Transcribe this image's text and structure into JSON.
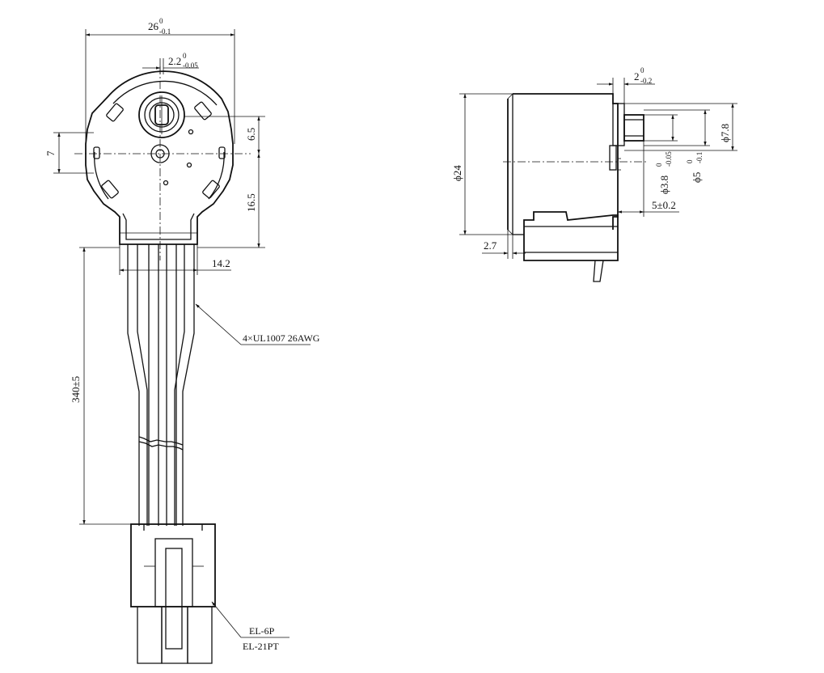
{
  "front_view": {
    "dims": {
      "width_main": "26",
      "width_sup": "0",
      "width_sub": "-0.1",
      "shaft_offset_main": "2.2",
      "shaft_offset_sup": "0",
      "shaft_offset_sub": "-0.05",
      "h_6_5": "6.5",
      "h_7": "7",
      "h_16_5": "16.5",
      "w_14_2": "14.2",
      "len_340": "340±5"
    },
    "callouts": {
      "wire": "4×UL1007 26AWG",
      "conn_1": "EL-6P",
      "conn_2": "EL-21PT"
    }
  },
  "side_view": {
    "dims": {
      "dia_24": "ϕ24",
      "top_2_main": "2",
      "top_2_sup": "0",
      "top_2_sub": "-0.2",
      "dia_7_8": "ϕ7.8",
      "dia_3_8_main": "ϕ3.8",
      "dia_3_8_sup": "0",
      "dia_3_8_sub": "-0.05",
      "dia_5_main": "ϕ5",
      "dia_5_sup": "0",
      "dia_5_sub": "-0.1",
      "len_5": "5±0.2",
      "len_2_7": "2.7"
    }
  }
}
